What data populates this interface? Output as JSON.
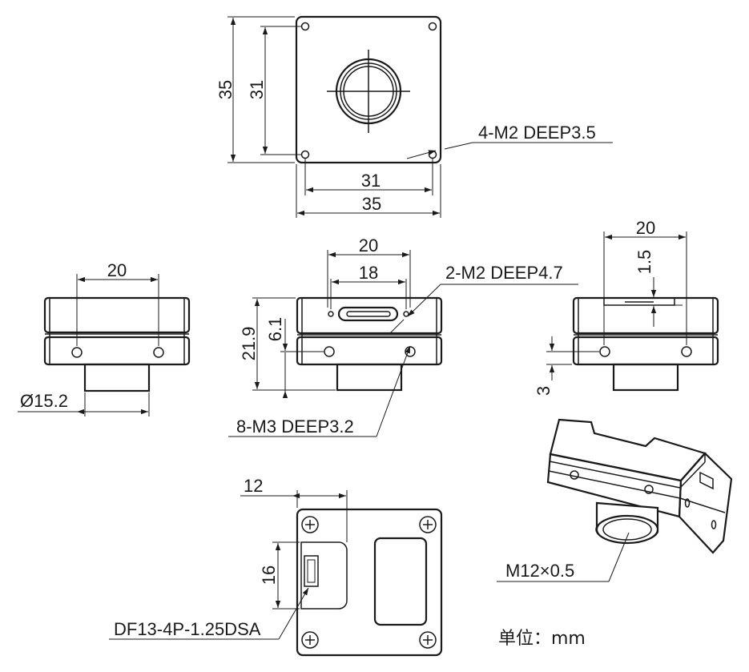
{
  "diagram": {
    "top_view": {
      "dim_height_outer": "35",
      "dim_height_inner": "31",
      "dim_width_inner": "31",
      "dim_width_outer": "35",
      "callout_mount_holes": "4-M2 DEEP3.5"
    },
    "left_view": {
      "dim_hole_spacing": "20",
      "dim_lens_diameter": "Ø15.2"
    },
    "front_view": {
      "dim_spacing_outer": "20",
      "dim_spacing_inner": "18",
      "callout_top_holes": "2-M2 DEEP4.7",
      "dim_total_height": "21.9",
      "dim_hole_height": "6.1",
      "callout_side_holes": "8-M3 DEEP3.2"
    },
    "right_view": {
      "dim_width": "20",
      "dim_recess": "1.5",
      "dim_hole_offset": "3"
    },
    "back_view": {
      "dim_connector_offset": "12",
      "dim_connector_height": "16",
      "callout_connector": "DF13-4P-1.25DSA"
    },
    "iso_view": {
      "callout_lens_thread": "M12×0.5"
    },
    "unit_label": "单位：mm"
  }
}
